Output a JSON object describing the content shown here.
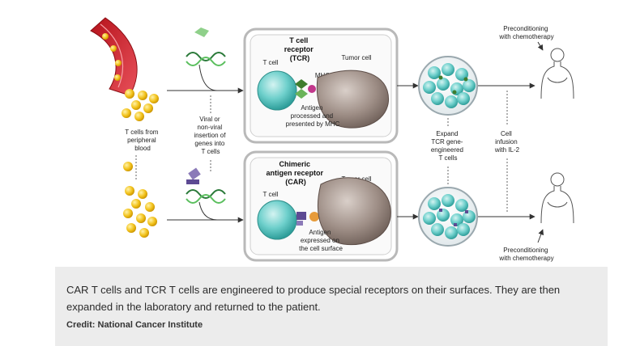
{
  "diagram": {
    "labels": {
      "t_cells_from_blood": [
        "T cells from",
        "peripheral",
        "blood"
      ],
      "viral_insertion": [
        "Viral or",
        "non-viral",
        "insertion of",
        "genes into",
        "T cells"
      ],
      "tcr_title": [
        "T cell",
        "receptor",
        "(TCR)"
      ],
      "tcr_t_cell": "T cell",
      "tcr_tumor_cell": "Tumor cell",
      "mhc": "MHC",
      "antigen_mhc": [
        "Antigen",
        "processed and",
        "presented by MHC"
      ],
      "car_title": [
        "Chimeric",
        "antigen receptor",
        "(CAR)"
      ],
      "car_t_cell": "T cell",
      "car_tumor_cell": "Tumor cell",
      "antigen_surface": [
        "Antigen",
        "expressed on",
        "the cell surface"
      ],
      "expand": [
        "Expand",
        "TCR gene-",
        "engineered",
        "T cells"
      ],
      "cell_infusion": [
        "Cell",
        "infusion",
        "with IL-2"
      ],
      "preconditioning_top": [
        "Preconditioning",
        "with chemotherapy"
      ],
      "preconditioning_bottom": [
        "Preconditioning",
        "with chemotherapy"
      ]
    }
  },
  "caption": {
    "main": "CAR T cells and TCR T cells are engineered to produce special receptors on their surfaces. They are then expanded in the laboratory and returned to the patient.",
    "credit": "Credit: National Cancer Institute"
  }
}
